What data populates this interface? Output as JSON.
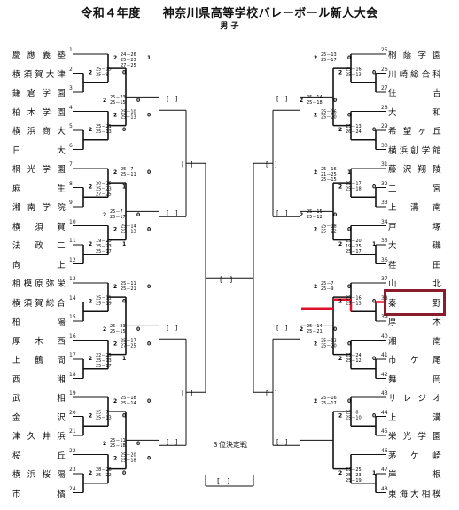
{
  "header": {
    "era": "令和４年度",
    "tournament": "神奈川県高等学校バレーボール新人大会",
    "division": "男 子"
  },
  "third_place_label": "３位決定戦",
  "left_teams": [
    {
      "no": "1",
      "name": "慶應義塾"
    },
    {
      "no": "2",
      "name": "横須賀大津"
    },
    {
      "no": "3",
      "name": "鎌倉学園"
    },
    {
      "no": "4",
      "name": "柏木学園"
    },
    {
      "no": "5",
      "name": "横浜商大"
    },
    {
      "no": "6",
      "name": "日大"
    },
    {
      "no": "7",
      "name": "桐光学園"
    },
    {
      "no": "8",
      "name": "麻生"
    },
    {
      "no": "9",
      "name": "湘南学院"
    },
    {
      "no": "10",
      "name": "横須賀"
    },
    {
      "no": "11",
      "name": "法政二"
    },
    {
      "no": "12",
      "name": "向上"
    },
    {
      "no": "13",
      "name": "相模原弥栄"
    },
    {
      "no": "14",
      "name": "横須賀総合"
    },
    {
      "no": "15",
      "name": "柏陽"
    },
    {
      "no": "16",
      "name": "厚木西"
    },
    {
      "no": "17",
      "name": "上鶴間"
    },
    {
      "no": "18",
      "name": "西湘"
    },
    {
      "no": "19",
      "name": "武相"
    },
    {
      "no": "20",
      "name": "金沢"
    },
    {
      "no": "21",
      "name": "津久井浜"
    },
    {
      "no": "22",
      "name": "桜丘"
    },
    {
      "no": "23",
      "name": "横浜桜陽"
    },
    {
      "no": "24",
      "name": "市橘"
    }
  ],
  "right_teams": [
    {
      "no": "25",
      "name": "桐蔭学園"
    },
    {
      "no": "26",
      "name": "川崎総合科"
    },
    {
      "no": "27",
      "name": "住吉"
    },
    {
      "no": "28",
      "name": "大和"
    },
    {
      "no": "29",
      "name": "希望ヶ丘"
    },
    {
      "no": "30",
      "name": "横浜創学館"
    },
    {
      "no": "31",
      "name": "藤沢翔陵"
    },
    {
      "no": "32",
      "name": "二宮"
    },
    {
      "no": "33",
      "name": "上溝南"
    },
    {
      "no": "34",
      "name": "戸塚"
    },
    {
      "no": "35",
      "name": "大磯"
    },
    {
      "no": "36",
      "name": "荏田"
    },
    {
      "no": "37",
      "name": "山北"
    },
    {
      "no": "38",
      "name": "秦野"
    },
    {
      "no": "39",
      "name": "厚木"
    },
    {
      "no": "40",
      "name": "湘南"
    },
    {
      "no": "41",
      "name": "市ケ尾"
    },
    {
      "no": "42",
      "name": "舞岡"
    },
    {
      "no": "43",
      "name": "サレジオ"
    },
    {
      "no": "44",
      "name": "上溝"
    },
    {
      "no": "45",
      "name": "栄光学園"
    },
    {
      "no": "46",
      "name": "茅ケ崎"
    },
    {
      "no": "47",
      "name": "岸根"
    },
    {
      "no": "48",
      "name": "東海大相模"
    }
  ],
  "left_matches": [
    {
      "sets": [
        "25－15",
        "25－8"
      ],
      "w": "2",
      "l": "0"
    },
    {
      "sets": [
        "25－21",
        "25－13"
      ],
      "w": "2",
      "l": "0"
    },
    {
      "sets": [
        "24－26",
        "25－23",
        "27－25"
      ],
      "w": "2",
      "l": "1"
    },
    {
      "sets": [
        "25－10",
        "25－13"
      ],
      "w": "2",
      "l": "0"
    },
    {
      "sets": [
        "25－23",
        "25－15"
      ],
      "w": "2",
      "l": "0"
    },
    {
      "sets": [
        "20－25",
        "25－23",
        "27－25"
      ],
      "w": "2",
      "l": "1"
    },
    {
      "sets": [
        "19－25",
        "25－23",
        "25－17"
      ],
      "w": "2",
      "l": "1"
    },
    {
      "sets": [
        "25－7",
        "25－11"
      ],
      "w": "2",
      "l": "0"
    },
    {
      "sets": [
        "25－14",
        "25－13"
      ],
      "w": "2",
      "l": "0"
    },
    {
      "sets": [
        "25－7",
        "25－17"
      ],
      "w": "2",
      "l": "0"
    },
    {
      "sets": [
        "25－11",
        "25－19"
      ],
      "w": "2",
      "l": "0"
    },
    {
      "sets": [
        "22－25",
        "25－13",
        "25－17"
      ],
      "w": "2",
      "l": "1"
    },
    {
      "sets": [
        "25－11",
        "25－21"
      ],
      "w": "2",
      "l": "0"
    },
    {
      "sets": [
        "25－17",
        "27－25"
      ],
      "w": "2",
      "l": "0"
    },
    {
      "sets": [
        "25－23",
        "25－15"
      ],
      "w": "2",
      "l": "0"
    },
    {
      "sets": [
        "25－7",
        "25－13"
      ],
      "w": "2",
      "l": "0"
    },
    {
      "sets": [
        "28－26",
        "25－22"
      ],
      "w": "2",
      "l": "0"
    },
    {
      "sets": [
        "25－18",
        "25－14"
      ],
      "w": "2",
      "l": "0"
    },
    {
      "sets": [
        "25－20",
        "25－18"
      ],
      "w": "2",
      "l": "0"
    },
    {
      "sets": [
        "25－11",
        "25－18"
      ],
      "w": "2",
      "l": "0"
    }
  ],
  "right_matches": [
    {
      "sets": [
        "25－16",
        "25－13"
      ],
      "w": "2",
      "l": "0"
    },
    {
      "sets": [
        "25－13",
        "26－24"
      ],
      "w": "2",
      "l": "0"
    },
    {
      "sets": [
        "25－13",
        "25－17"
      ],
      "w": "2",
      "l": "0"
    },
    {
      "sets": [
        "25－16",
        "25－20"
      ],
      "w": "2",
      "l": "0"
    },
    {
      "sets": [
        "25－14",
        "25－18"
      ],
      "w": "2",
      "l": "0"
    },
    {
      "sets": [
        "25－17",
        "25－18"
      ],
      "w": "2",
      "l": "0"
    },
    {
      "sets": [
        "25－20",
        "19－25",
        "25－17"
      ],
      "w": "2",
      "l": "1"
    },
    {
      "sets": [
        "25－16",
        "21－25",
        "25－15"
      ],
      "w": "2",
      "l": "1"
    },
    {
      "sets": [
        "25－18",
        "25－22"
      ],
      "w": "2",
      "l": "0"
    },
    {
      "sets": [
        "25－15",
        "25－12"
      ],
      "w": "2",
      "l": "0"
    },
    {
      "sets": [
        "25－16",
        "25－13"
      ],
      "w": "2",
      "l": "0"
    },
    {
      "sets": [
        "25－24",
        "25－12"
      ],
      "w": "2",
      "l": "0"
    },
    {
      "sets": [
        "25－7",
        "25－9"
      ],
      "w": "2",
      "l": "0"
    },
    {
      "sets": [
        "25－12",
        "25－20"
      ],
      "w": "2",
      "l": "0"
    },
    {
      "sets": [
        "25－14",
        "25－21"
      ],
      "w": "2",
      "l": "0"
    },
    {
      "sets": [
        "25－8",
        "25－10"
      ],
      "w": "2",
      "l": "0"
    },
    {
      "sets": [
        "23－25",
        "25－23",
        "25－19"
      ],
      "w": "2",
      "l": "1"
    },
    {
      "sets": [
        "25－16",
        "25－17"
      ],
      "w": "2",
      "l": "0"
    }
  ],
  "highlight_color": "#8b1c2c",
  "highlight_line_color": "#e0102a"
}
